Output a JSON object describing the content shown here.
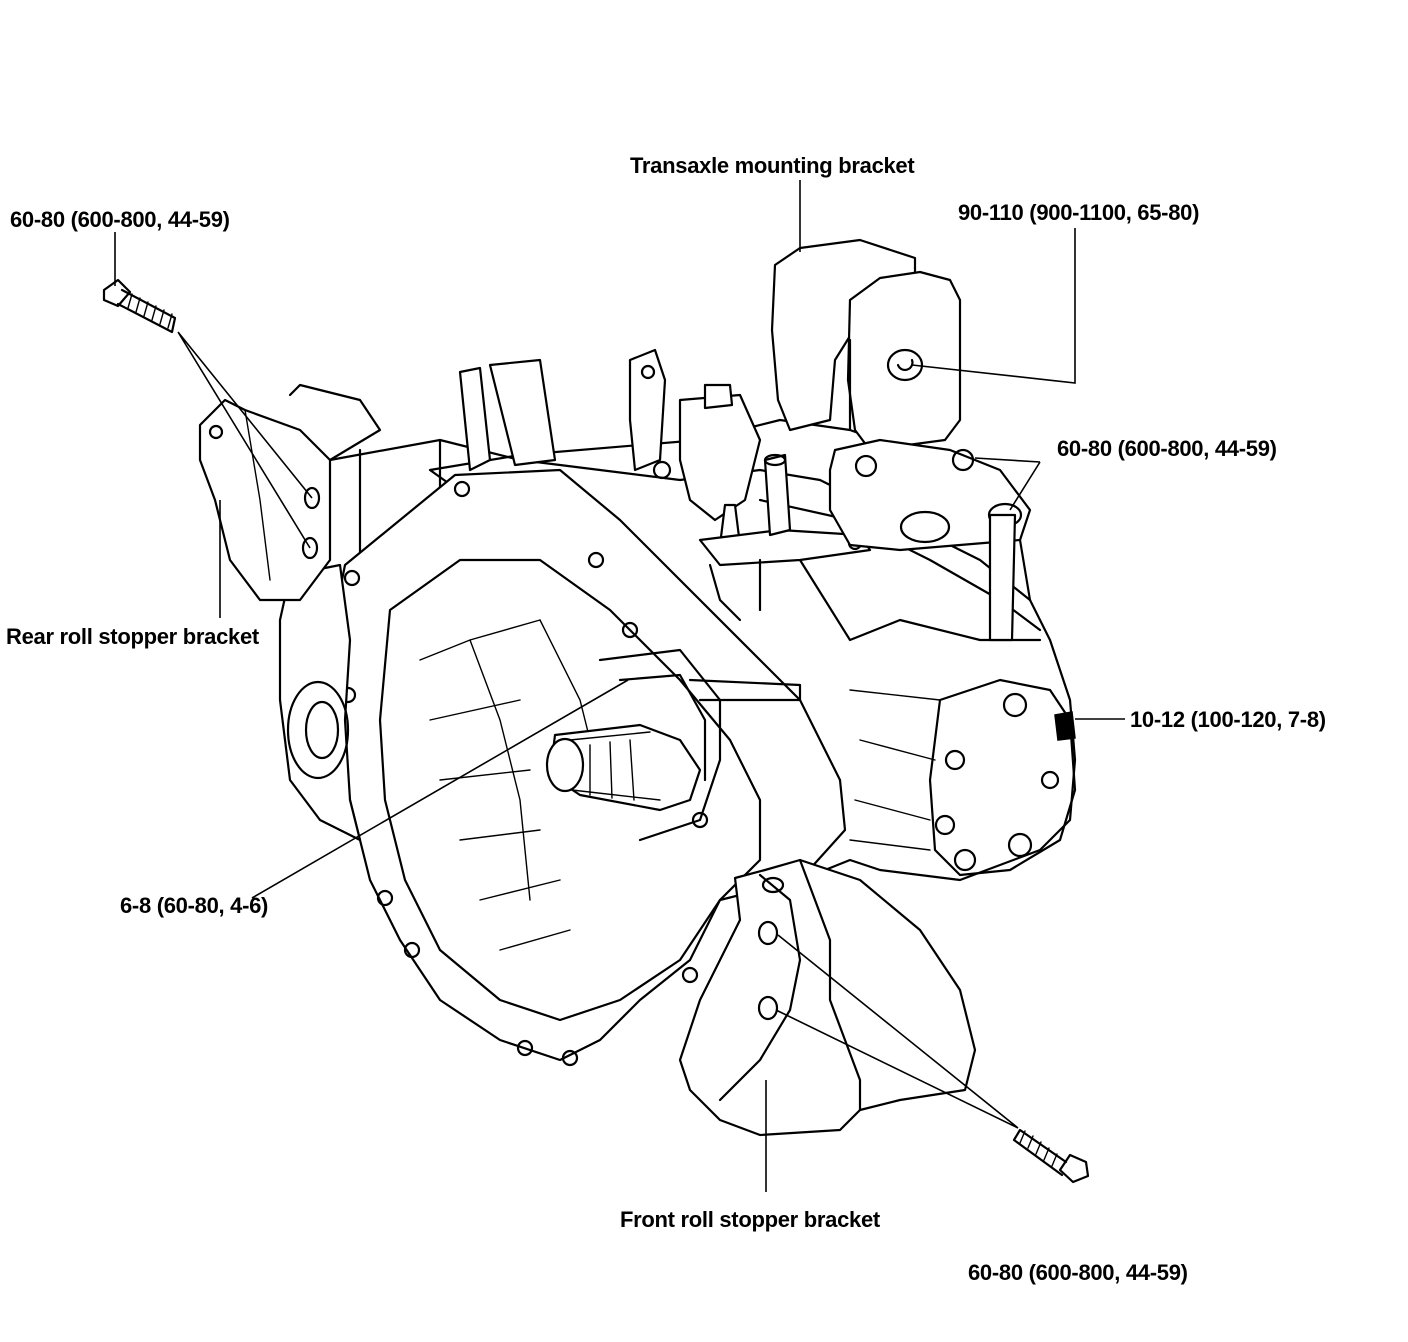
{
  "labels": {
    "transaxle_mounting_bracket": "Transaxle mounting bracket",
    "torque_mounting_bracket_bolt": "90-110 (900-1100, 65-80)",
    "torque_rear_bolt": "60-80 (600-800, 44-59)",
    "torque_mount_base_bolts": "60-80 (600-800, 44-59)",
    "rear_roll_stopper_bracket": "Rear roll stopper bracket",
    "torque_cover_bolts": "10-12 (100-120, 7-8)",
    "torque_shaft_bolts": "6-8 (60-80, 4-6)",
    "front_roll_stopper_bracket": "Front roll stopper bracket",
    "torque_front_bolt": "60-80 (600-800, 44-59)"
  }
}
